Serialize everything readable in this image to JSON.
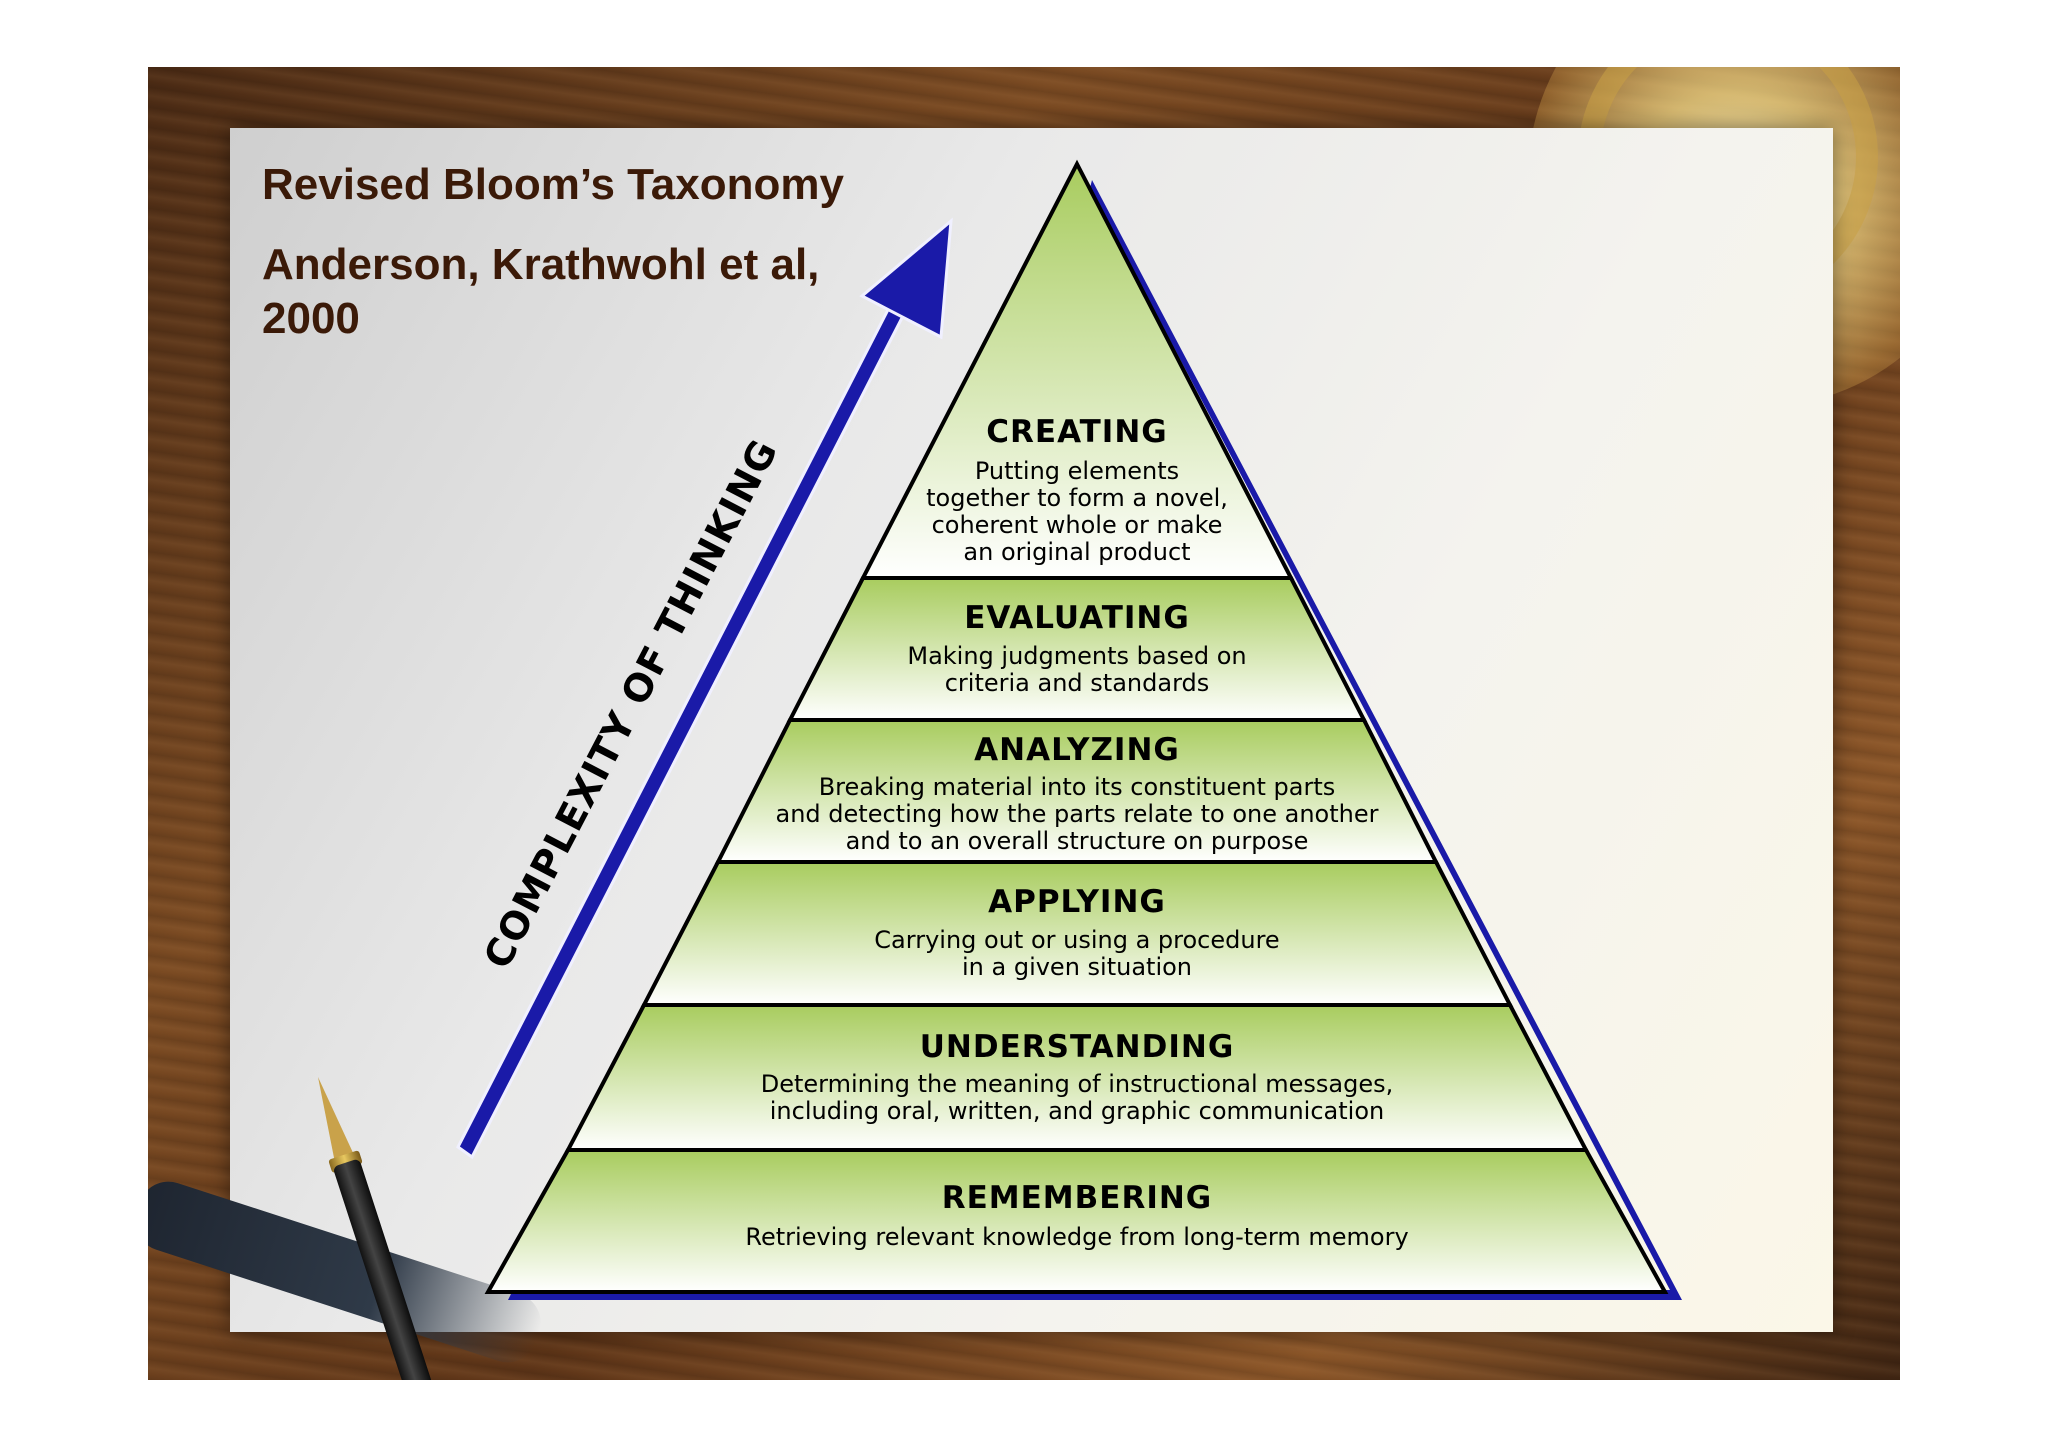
{
  "slide": {
    "title": "Revised Bloom’s Taxonomy",
    "author": "Anderson, Krathwohl et al,\n2000"
  },
  "arrow": {
    "label": "COMPLEXITY OF THINKING",
    "color": "#1a1aa8"
  },
  "colors": {
    "level_fill_top": "#a8cc5e",
    "level_fill_bottom": "#ffffff",
    "outline": "#000000",
    "pyramid_shadow": "#1a1aa8",
    "title_text": "#3b1a08"
  },
  "levels": [
    {
      "title": "CREATING",
      "desc": [
        "Putting elements",
        "together to form a novel,",
        "coherent whole or make",
        "an original product"
      ]
    },
    {
      "title": "EVALUATING",
      "desc": [
        "Making judgments based on",
        "criteria and standards"
      ]
    },
    {
      "title": "ANALYZING",
      "desc": [
        "Breaking material into its constituent parts",
        "and detecting how the parts relate to one another",
        "and to an overall structure on purpose"
      ]
    },
    {
      "title": "APPLYING",
      "desc": [
        "Carrying out or using a procedure",
        "in a given situation"
      ]
    },
    {
      "title": "UNDERSTANDING",
      "desc": [
        "Determining the meaning of instructional messages,",
        "including oral, written, and graphic communication"
      ]
    },
    {
      "title": "REMEMBERING",
      "desc": [
        "Retrieving relevant knowledge from long-term memory"
      ]
    }
  ]
}
